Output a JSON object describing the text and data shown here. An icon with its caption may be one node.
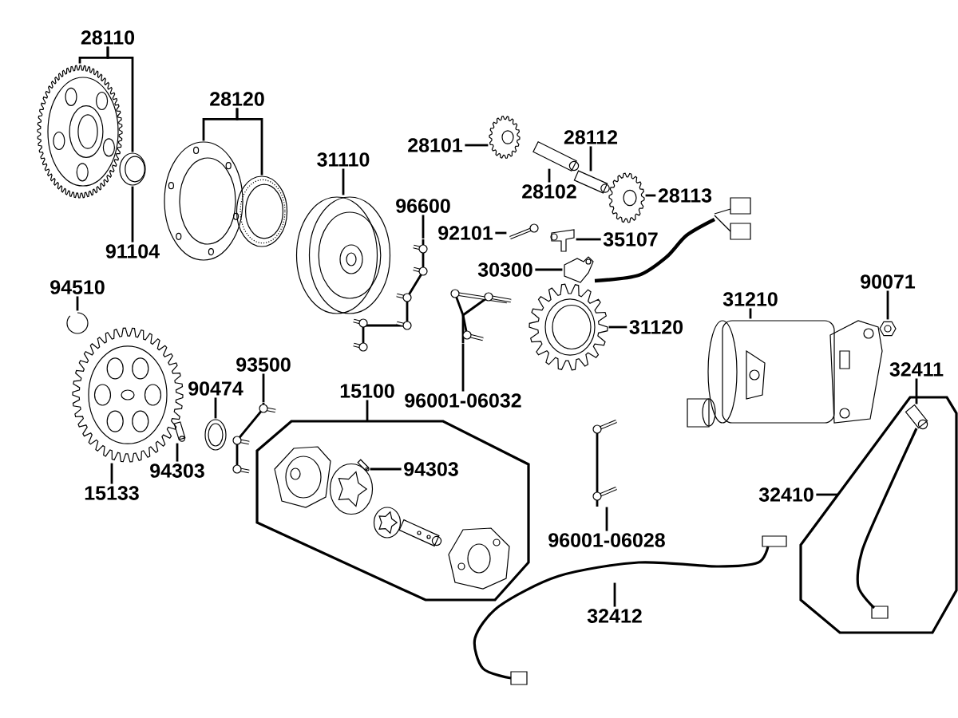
{
  "diagram": {
    "nodes": [
      {
        "text": [
          "28110"
        ]
      },
      {
        "text": [],
        "shape": "picture"
      },
      {
        "text": [],
        "shape": "picture"
      },
      {
        "text": [
          "91104"
        ]
      },
      {
        "text": [
          "28120"
        ]
      },
      {
        "text": [],
        "shape": "picture"
      },
      {
        "text": [],
        "shape": "picture"
      },
      {
        "text": [
          "31110"
        ]
      },
      {
        "text": [],
        "shape": "picture"
      },
      {
        "text": [
          "96600"
        ]
      },
      {
        "text": [],
        "shape": "picture"
      },
      {
        "text": [
          "28101"
        ]
      },
      {
        "text": [],
        "shape": "picture"
      },
      {
        "text": [
          "28112"
        ]
      },
      {
        "text": [],
        "shape": "picture"
      },
      {
        "text": [
          "28102"
        ]
      },
      {
        "text": [],
        "shape": "picture"
      },
      {
        "text": [],
        "shape": "picture"
      },
      {
        "text": [
          "28113"
        ]
      },
      {
        "text": [],
        "shape": "picture"
      },
      {
        "text": [
          "92101"
        ]
      },
      {
        "text": [],
        "shape": "picture"
      },
      {
        "text": [
          "35107"
        ]
      },
      {
        "text": [
          "30300"
        ]
      },
      {
        "text": [],
        "shape": "picture"
      },
      {
        "text": [],
        "shape": "picture"
      },
      {
        "text": [
          "31120"
        ]
      },
      {
        "text": [],
        "shape": "picture"
      },
      {
        "text": [
          "96001-06032"
        ]
      },
      {
        "text": [
          "31210"
        ]
      },
      {
        "text": [],
        "shape": "picture"
      },
      {
        "text": [
          "90071"
        ]
      },
      {
        "text": [],
        "shape": "picture"
      },
      {
        "text": [
          "32411"
        ]
      },
      {
        "text": [],
        "shape": "octagon"
      },
      {
        "text": [],
        "shape": "picture",
        "in": 34
      },
      {
        "text": [
          "32410"
        ]
      },
      {
        "text": [
          "94510"
        ]
      },
      {
        "text": [],
        "shape": "picture"
      },
      {
        "text": [],
        "shape": "picture"
      },
      {
        "text": [
          "15133"
        ]
      },
      {
        "text": [],
        "shape": "picture"
      },
      {
        "text": [
          "94303"
        ]
      },
      {
        "text": [],
        "shape": "picture"
      },
      {
        "text": [
          "90474"
        ]
      },
      {
        "text": [],
        "shape": "picture"
      },
      {
        "text": [
          "93500"
        ]
      },
      {
        "text": [],
        "shape": "octagon"
      },
      {
        "text": [
          "15100"
        ]
      },
      {
        "text": [],
        "shape": "picture",
        "in": 47
      },
      {
        "text": [],
        "shape": "picture",
        "in": 47
      },
      {
        "text": [],
        "shape": "picture",
        "in": 47
      },
      {
        "text": [
          "94303"
        ],
        "in": 47
      },
      {
        "text": [],
        "shape": "picture",
        "in": 47
      },
      {
        "text": [],
        "shape": "picture",
        "in": 47
      },
      {
        "text": [],
        "shape": "picture",
        "in": 47
      },
      {
        "text": [],
        "shape": "picture"
      },
      {
        "text": [
          "96001-06028"
        ]
      },
      {
        "text": [
          "32412"
        ]
      }
    ],
    "edges": [
      {
        "from": 0,
        "to": 1,
        "arrow": "none"
      },
      {
        "from": 0,
        "to": 2,
        "arrow": "none"
      },
      {
        "from": 3,
        "to": 2,
        "arrow": "none"
      },
      {
        "from": 4,
        "to": 5,
        "arrow": "none"
      },
      {
        "from": 4,
        "to": 6,
        "arrow": "none"
      },
      {
        "from": 7,
        "to": 8,
        "arrow": "none"
      },
      {
        "from": 9,
        "to": 10,
        "arrow": "none"
      },
      {
        "from": 11,
        "to": 12,
        "arrow": "none"
      },
      {
        "from": 13,
        "to": 16,
        "arrow": "none"
      },
      {
        "from": 15,
        "to": 14,
        "arrow": "none"
      },
      {
        "from": 18,
        "to": 17,
        "arrow": "none"
      },
      {
        "from": 20,
        "to": 19,
        "arrow": "none"
      },
      {
        "from": 22,
        "to": 21,
        "arrow": "none"
      },
      {
        "from": 23,
        "to": 24,
        "arrow": "none"
      },
      {
        "from": 26,
        "to": 25,
        "arrow": "none"
      },
      {
        "from": 28,
        "to": 27,
        "arrow": "none"
      },
      {
        "from": 29,
        "to": 30,
        "arrow": "none"
      },
      {
        "from": 31,
        "to": 32,
        "arrow": "none"
      },
      {
        "from": 33,
        "to": 35,
        "arrow": "none"
      },
      {
        "from": 36,
        "to": 34,
        "arrow": "none"
      },
      {
        "from": 37,
        "to": 38,
        "arrow": "none"
      },
      {
        "from": 40,
        "to": 39,
        "arrow": "none"
      },
      {
        "from": 42,
        "to": 41,
        "arrow": "none"
      },
      {
        "from": 44,
        "to": 43,
        "arrow": "none"
      },
      {
        "from": 46,
        "to": 45,
        "arrow": "none"
      },
      {
        "from": 48,
        "to": 47,
        "arrow": "none"
      },
      {
        "from": 52,
        "to": 51,
        "arrow": "none"
      },
      {
        "from": 57,
        "to": 56,
        "arrow": "none"
      },
      {
        "from": 58,
        "to": null,
        "arrow": "none"
      }
    ]
  }
}
